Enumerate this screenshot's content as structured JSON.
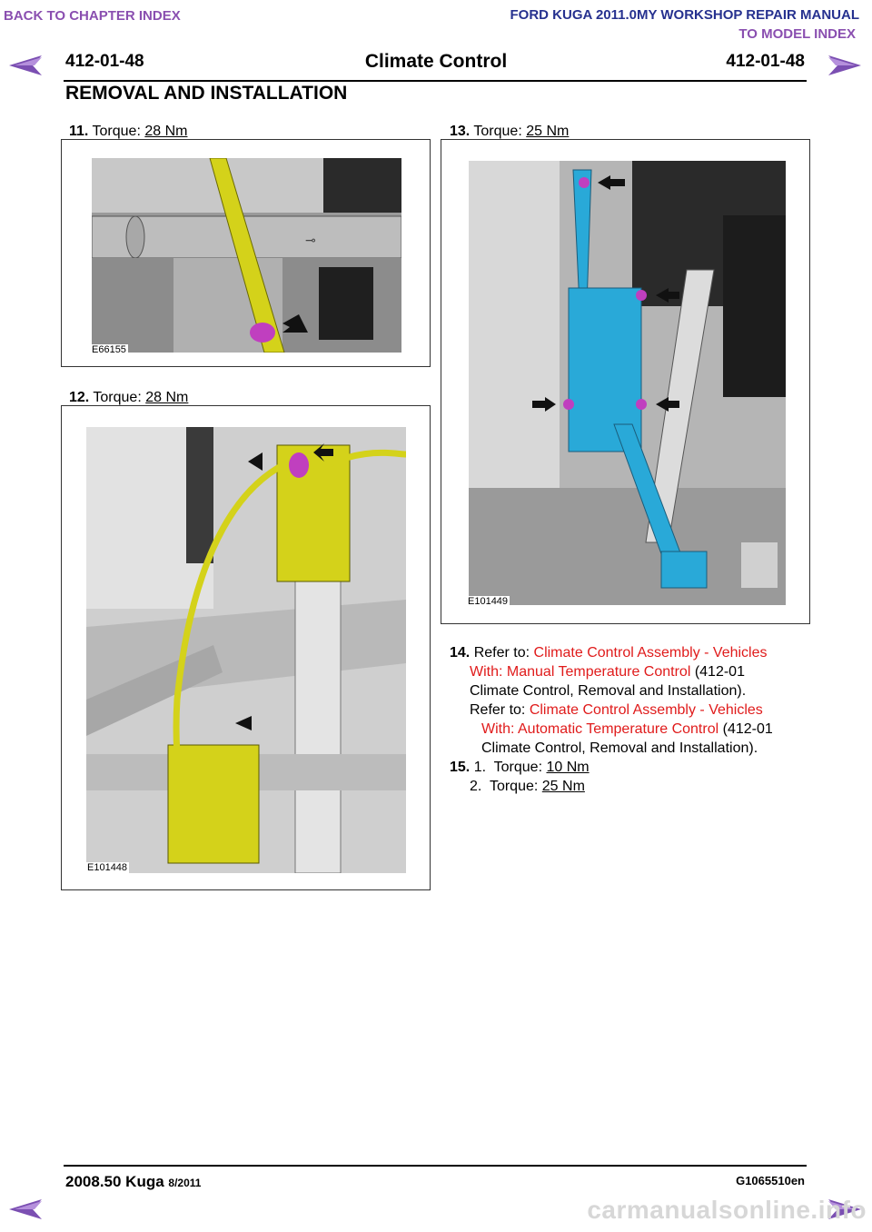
{
  "nav": {
    "back_to_chapter": "BACK TO CHAPTER INDEX",
    "manual_title": "FORD KUGA 2011.0MY WORKSHOP REPAIR MANUAL",
    "to_model_index": "TO MODEL INDEX"
  },
  "header": {
    "page_code": "412-01-48",
    "title": "Climate Control",
    "section": "REMOVAL AND INSTALLATION"
  },
  "steps": {
    "s11": {
      "num": "11.",
      "label": "Torque:",
      "value": "28 Nm",
      "figure_id": "E66155"
    },
    "s12": {
      "num": "12.",
      "label": "Torque:",
      "value": "28 Nm",
      "figure_id": "E101448"
    },
    "s13": {
      "num": "13.",
      "label": "Torque:",
      "value": "25 Nm",
      "figure_id": "E101449"
    },
    "s14": {
      "num": "14.",
      "refer1_label": "Refer to:",
      "refer1_link_a": "Climate Control Assembly - Vehicles",
      "refer1_link_b": "With: Manual Temperature Control",
      "refer1_suffix_a": "(412-01",
      "refer1_suffix_b": "Climate Control, Removal and Installation).",
      "refer2_label": "Refer to:",
      "refer2_link_a": "Climate Control Assembly - Vehicles",
      "refer2_link_b": "With: Automatic Temperature Control",
      "refer2_suffix_a": "(412-01",
      "refer2_suffix_b": "Climate Control, Removal and Installation)."
    },
    "s15": {
      "num": "15.",
      "sub1_num": "1.",
      "sub1_label": "Torque:",
      "sub1_value": "10 Nm",
      "sub2_num": "2.",
      "sub2_label": "Torque:",
      "sub2_value": "25 Nm"
    }
  },
  "footer": {
    "model": "2008.50 Kuga",
    "date": "8/2011",
    "doc_code": "G1065510en"
  },
  "watermark": "carmanualsonline.info",
  "colors": {
    "link_red": "#e01b1b",
    "nav_purple": "#8a4fb0",
    "nav_blue": "#26318f",
    "highlight_yellow": "#d4d21a",
    "highlight_blue": "#29a9d8",
    "fastener_magenta": "#c03fbf"
  },
  "icons": [
    "prev-page-arrow-icon",
    "next-page-arrow-icon"
  ]
}
